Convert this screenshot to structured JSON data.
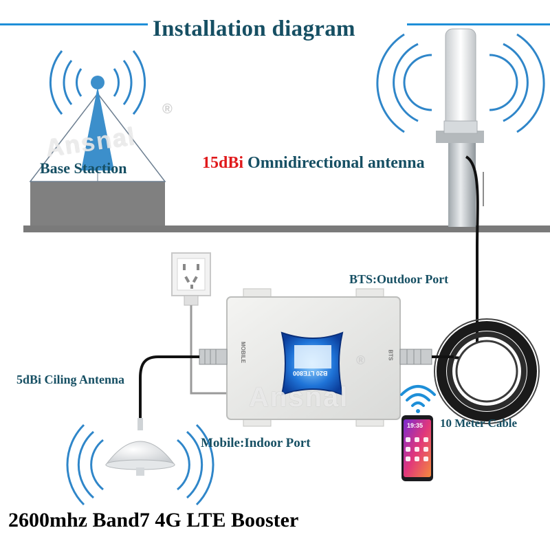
{
  "title": "Installation diagram",
  "bottom_title": "2600mhz Band7 4G LTE Booster",
  "labels": {
    "base_station": "Base Staction",
    "antenna_gain": "15dBi",
    "antenna_type": "Omnidirectional antenna",
    "outdoor_port": "BTS:Outdoor Port",
    "ceiling_antenna": "5dBi Ciling Antenna",
    "indoor_port": "Mobile:Indoor Port",
    "cable": "10 Meter Cable"
  },
  "device": {
    "screen_text": "B20 LTE800",
    "left_port_text": "MOBILE",
    "right_port_text": "BTS"
  },
  "phone": {
    "time": "19:35"
  },
  "watermark": "Ansnal",
  "registered_mark": "®",
  "colors": {
    "title": "#164f63",
    "title_line": "#1e8fd8",
    "antenna_gain": "#e0191b",
    "signal_arcs": "#2f86c9",
    "ground": "#7a7a7a",
    "cable": "#111111"
  }
}
